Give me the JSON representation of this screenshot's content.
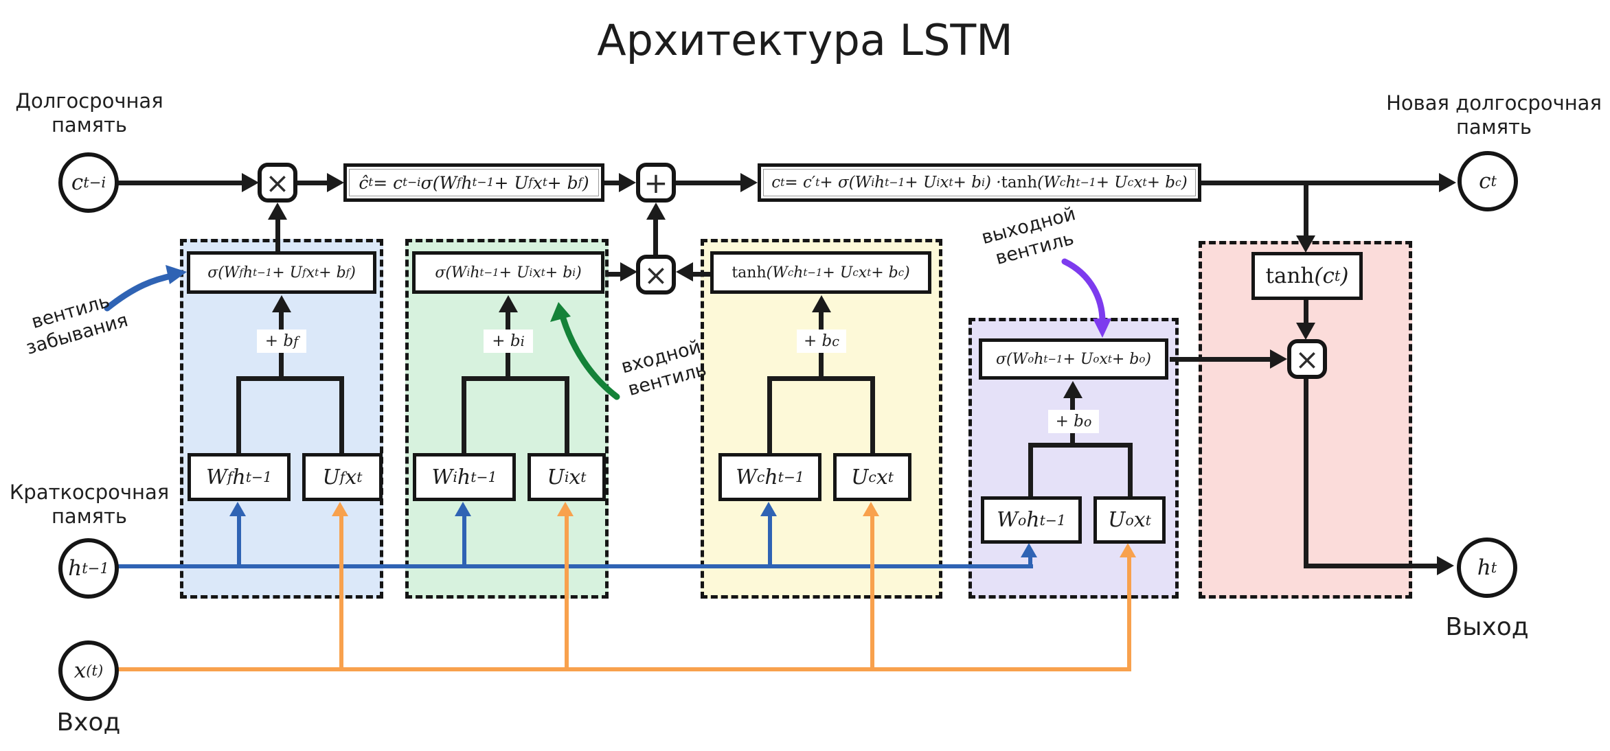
{
  "title": "Архитектура LSTM",
  "labels": {
    "long_term_memory": "Долгосрочная память",
    "short_term_memory": "Краткосрочная память",
    "new_long_term_memory": "Новая долгосрочная память",
    "input": "Вход",
    "output": "Выход"
  },
  "annotations": {
    "forget_gate": "вентиль забывания",
    "input_gate": "входной вентиль",
    "output_gate": "выходной вентиль"
  },
  "nodes": {
    "prev_cell": "c<sub>t−i</sub>",
    "new_cell": "c<sub>t</sub>",
    "prev_hidden": "h<sub>t−1</sub>",
    "input": "x<sup>(t)</sup>",
    "new_hidden": "h<sub>t</sub>"
  },
  "operators": {
    "multiply": "×",
    "add": "+"
  },
  "formulas": {
    "forget_update": "ĉ<sub>t</sub> = c<sub>t−i</sub> σ(W<sub>f</sub>h<sub>t−1</sub> + U<sub>f</sub>x<sub>t</sub> + b<sub>f</sub>)",
    "cell_update": "c<sub>t</sub> = c′<sub>t</sub> + σ(W<sub>i</sub>h<sub>t−1</sub> + U<sub>i</sub>x<sub>t</sub> + b<sub>i</sub>) · <span class=\"rm\">tanh</span>(W<sub>c</sub>h<sub>t−1</sub> + U<sub>c</sub>x<sub>t</sub> + b<sub>c</sub>)"
  },
  "gates": {
    "forget": {
      "fill": "#dbe8f9",
      "activation": "σ(W<sub>f</sub>h<sub>t−1</sub> + U<sub>f</sub>x<sub>t</sub> + b<sub>f</sub>)",
      "bias": "+ b<sub>f</sub>",
      "weight_h": "W<sub>f</sub>h<sub>t−1</sub>",
      "weight_x": "U<sub>f</sub>x<sub>t</sub>"
    },
    "input": {
      "fill": "#d7f2de",
      "activation": "σ(W<sub>i</sub>h<sub>t−1</sub> + U<sub>i</sub>x<sub>t</sub> + b<sub>i</sub>)",
      "bias": "+ b<sub>i</sub>",
      "weight_h": "W<sub>i</sub>h<sub>t−1</sub>",
      "weight_x": "U<sub>i</sub>x<sub>t</sub>"
    },
    "candidate": {
      "fill": "#fdf9d8",
      "activation": "<span class=\"rm\">tanh</span>(W<sub>c</sub>h<sub>t−1</sub> + U<sub>c</sub>x<sub>t</sub> + b<sub>c</sub>)",
      "bias": "+ b<sub>c</sub>",
      "weight_h": "W<sub>c</sub>h<sub>t−1</sub>",
      "weight_x": "U<sub>c</sub>x<sub>t</sub>"
    },
    "output": {
      "fill": "#e5e1f8",
      "activation": "σ(W<sub>o</sub>h<sub>t−1</sub> + U<sub>o</sub>x<sub>t</sub> + b<sub>o</sub>)",
      "bias": "+ b<sub>o</sub>",
      "weight_h": "W<sub>o</sub>h<sub>t−1</sub>",
      "weight_x": "U<sub>o</sub>x<sub>t</sub>"
    }
  },
  "output_block": {
    "fill": "#fbdcda",
    "tanh": "<span class=\"rm\">tanh</span>(c<sub>t</sub>)"
  },
  "colors": {
    "line": "#1b1b1b",
    "hidden_path": "#2f63b4",
    "input_path": "#f8a14d",
    "forget_annotation": "#2f63b4",
    "input_annotation": "#148238",
    "output_annotation": "#7d3bee"
  }
}
